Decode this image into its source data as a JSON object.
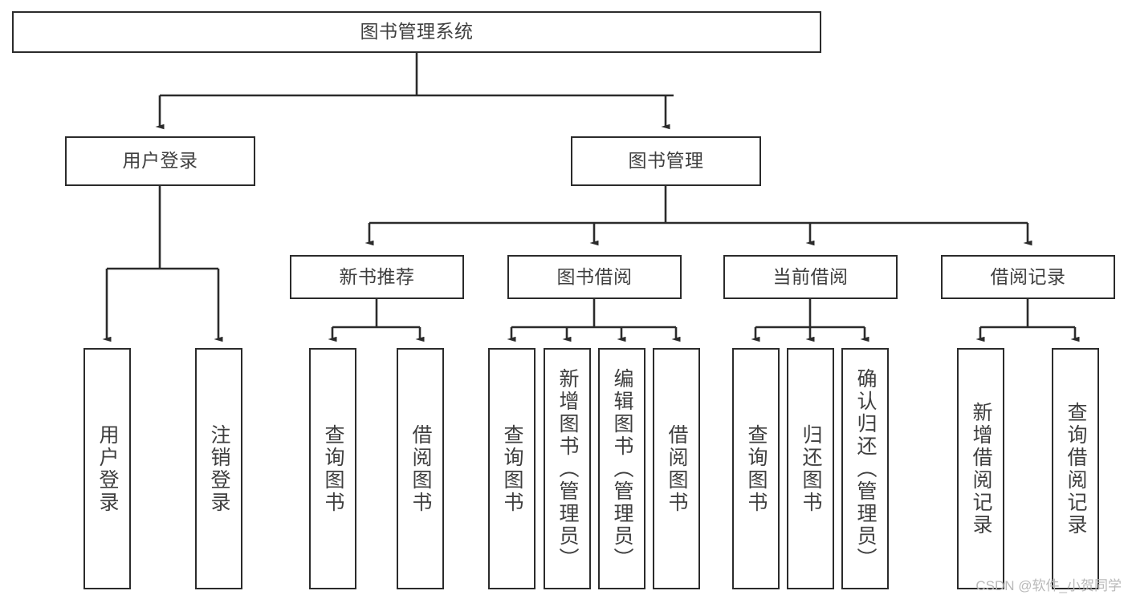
{
  "diagram": {
    "type": "tree-hierarchy-chart",
    "title": "图书管理系统",
    "colors": {
      "background": "#ffffff",
      "box_border": "#2b2b2b",
      "box_fill": "#ffffff",
      "text": "#3f3f3f",
      "connector": "#2b2b2b",
      "watermark": "#b9b9b9"
    },
    "root": {
      "label": "图书管理系统",
      "orientation": "horizontal"
    },
    "level2": [
      {
        "label": "用户登录",
        "orientation": "horizontal"
      },
      {
        "label": "图书管理",
        "orientation": "horizontal"
      }
    ],
    "level3": [
      {
        "label": "新书推荐",
        "orientation": "horizontal"
      },
      {
        "label": "图书借阅",
        "orientation": "horizontal"
      },
      {
        "label": "当前借阅",
        "orientation": "horizontal"
      },
      {
        "label": "借阅记录",
        "orientation": "horizontal"
      }
    ],
    "leaves": {
      "user_login": [
        {
          "label": "用户登录",
          "orientation": "vertical"
        },
        {
          "label": "注销登录",
          "orientation": "vertical"
        }
      ],
      "new_book_recommend": [
        {
          "label": "查询图书",
          "orientation": "vertical"
        },
        {
          "label": "借阅图书",
          "orientation": "vertical"
        }
      ],
      "book_borrow": [
        {
          "label": "查询图书",
          "orientation": "vertical"
        },
        {
          "label": "新增图书（管理员）",
          "orientation": "vertical"
        },
        {
          "label": "编辑图书（管理员）",
          "orientation": "vertical"
        },
        {
          "label": "借阅图书",
          "orientation": "vertical"
        }
      ],
      "current_borrow": [
        {
          "label": "查询图书",
          "orientation": "vertical"
        },
        {
          "label": "归还图书",
          "orientation": "vertical"
        },
        {
          "label": "确认归还（管理员）",
          "orientation": "vertical"
        }
      ],
      "borrow_record": [
        {
          "label": "新增借阅记录",
          "orientation": "vertical"
        },
        {
          "label": "查询借阅记录",
          "orientation": "vertical"
        }
      ]
    },
    "watermark": "CSDN @软件_小贺同学"
  }
}
